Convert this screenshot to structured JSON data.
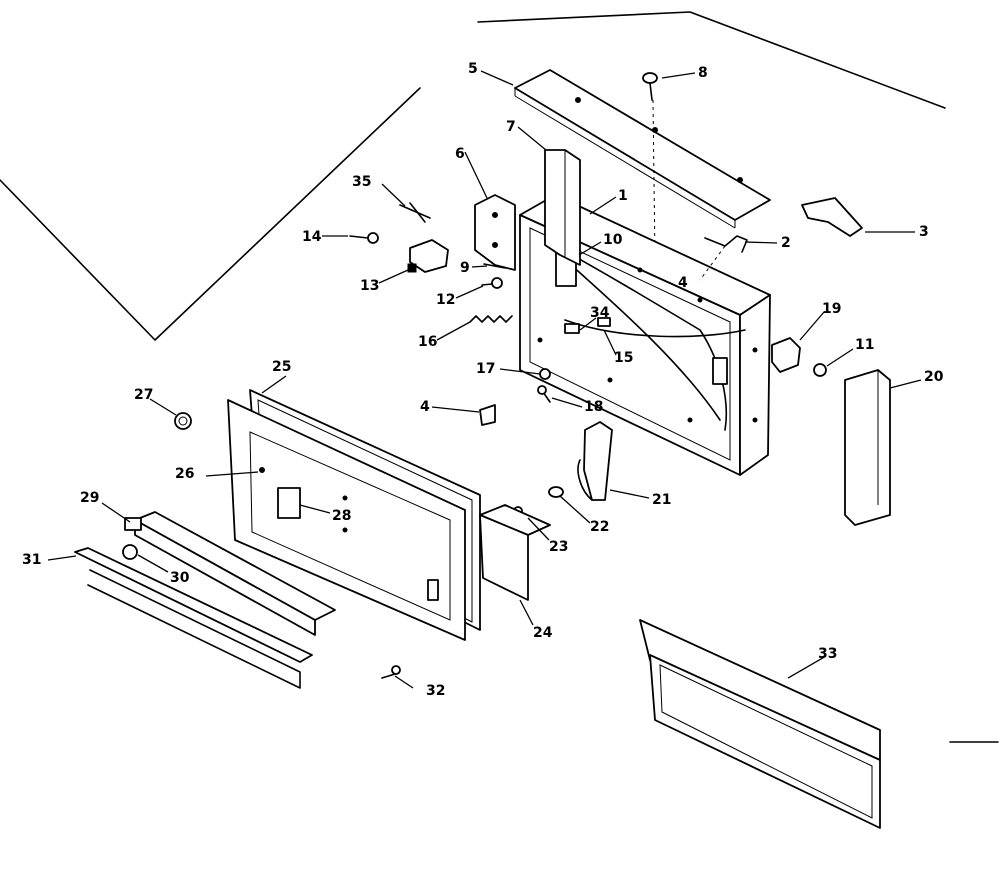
{
  "callouts": {
    "c1": "1",
    "c2": "2",
    "c3": "3",
    "c4a": "4",
    "c4b": "4",
    "c5": "5",
    "c6": "6",
    "c7": "7",
    "c8": "8",
    "c9": "9",
    "c10": "10",
    "c11": "11",
    "c12": "12",
    "c13": "13",
    "c14": "14",
    "c15": "15",
    "c16": "16",
    "c17": "17",
    "c18": "18",
    "c19": "19",
    "c20": "20",
    "c21": "21",
    "c22": "22",
    "c23": "23",
    "c24": "24",
    "c25": "25",
    "c26": "26",
    "c27": "27",
    "c28": "28",
    "c29": "29",
    "c30": "30",
    "c31": "31",
    "c32": "32",
    "c33": "33",
    "c34": "34",
    "c35": "35"
  }
}
